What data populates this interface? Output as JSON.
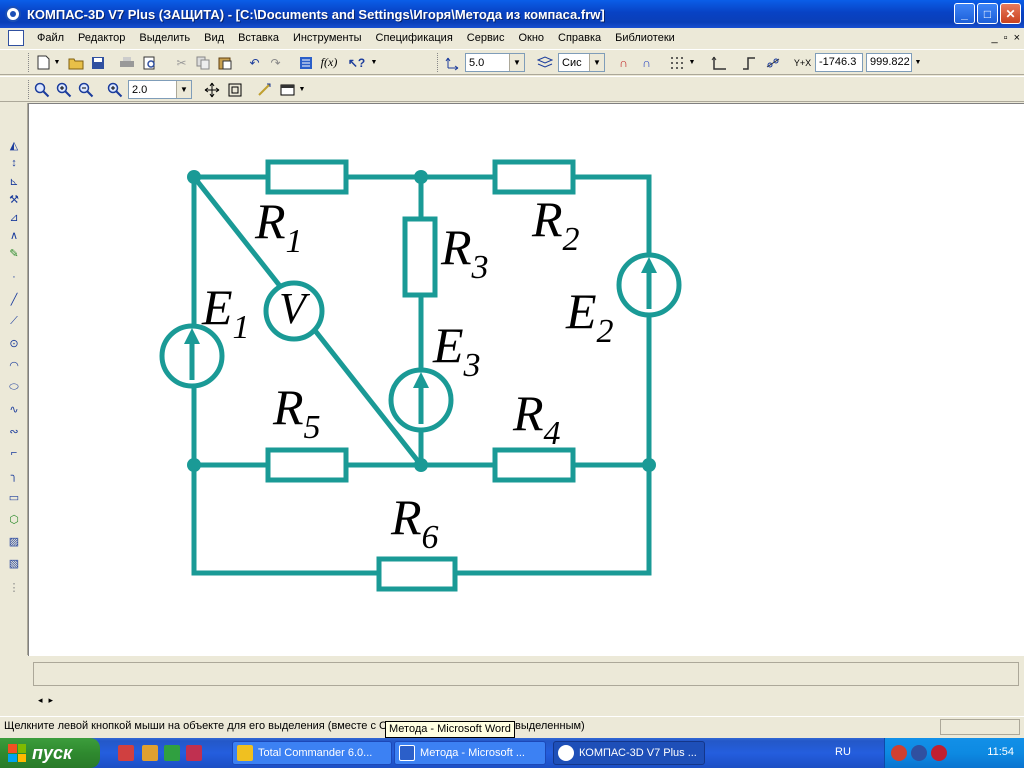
{
  "window": {
    "title": "КОМПАС-3D V7 Plus (ЗАЩИТА) - [C:\\Documents and Settings\\Игоря\\Метода из компаса.frw]",
    "min": "_",
    "max": "□",
    "close": "✕"
  },
  "menu": {
    "items": [
      "Файл",
      "Редактор",
      "Выделить",
      "Вид",
      "Вставка",
      "Инструменты",
      "Спецификация",
      "Сервис",
      "Окно",
      "Справка",
      "Библиотеки"
    ],
    "mdi": [
      "_",
      "▫",
      "×"
    ]
  },
  "toolbar1": {
    "step_value": "5.0",
    "style_value": "Сис",
    "coord_x": "-1746.3",
    "coord_y": "999.822",
    "fx_label": "f(x)"
  },
  "toolbar2": {
    "zoom_value": "2.0"
  },
  "diagram": {
    "labels": {
      "R1": {
        "main": "R",
        "sub": "1"
      },
      "R2": {
        "main": "R",
        "sub": "2"
      },
      "R3": {
        "main": "R",
        "sub": "3"
      },
      "R4": {
        "main": "R",
        "sub": "4"
      },
      "R5": {
        "main": "R",
        "sub": "5"
      },
      "R6": {
        "main": "R",
        "sub": "6"
      },
      "E1": {
        "main": "E",
        "sub": "1"
      },
      "E2": {
        "main": "E",
        "sub": "2"
      },
      "E3": {
        "main": "E",
        "sub": "3"
      },
      "V": "V"
    },
    "wire_color": "#1a9a96"
  },
  "status": {
    "text": "Щелкните левой кнопкой мыши на объекте для его выделения (вместе с С",
    "text_tail": "выделенным)",
    "tooltip": "Метода - Microsoft Word"
  },
  "taskbar": {
    "start_label": "пуск",
    "tasks": [
      {
        "label": "Total Commander 6.0...",
        "icon_color": "#f0c020"
      },
      {
        "label": "Метода - Microsoft ...",
        "icon_color": "#2b5fc9"
      },
      {
        "label": "КОМПАС-3D V7 Plus ...",
        "icon_color": "#ffffff"
      }
    ],
    "lang": "RU",
    "time": "11:54"
  }
}
